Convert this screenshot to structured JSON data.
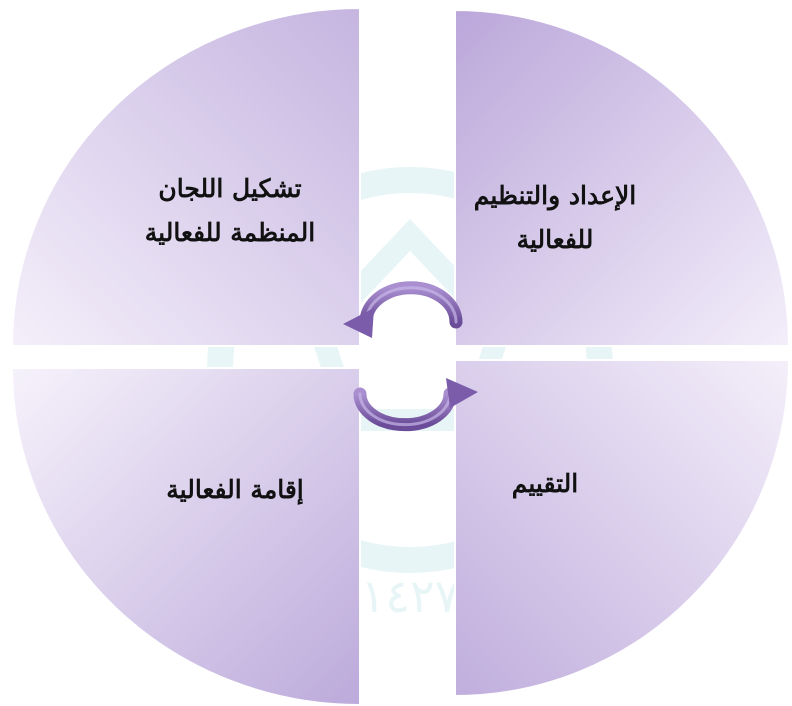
{
  "diagram": {
    "quadrants": [
      {
        "id": "top-left",
        "label": "تشكيل اللجان\nالمنظمة للفعالية"
      },
      {
        "id": "top-right",
        "label": "الإعداد والتنظيم\nللفعالية"
      },
      {
        "id": "bottom-left",
        "label": "إقامة الفعالية"
      },
      {
        "id": "bottom-right",
        "label": "التقييم"
      }
    ],
    "colors": {
      "quadrant_light": "#f4effa",
      "quadrant_dark": "#bcaadb",
      "quadrant_stroke": "#ffffff",
      "arrow_fill": "#8b6cb6",
      "arrow_dark": "#5b3f85",
      "watermark": "#d6eef0"
    },
    "watermark": {
      "text": "١٤٢٧"
    }
  }
}
